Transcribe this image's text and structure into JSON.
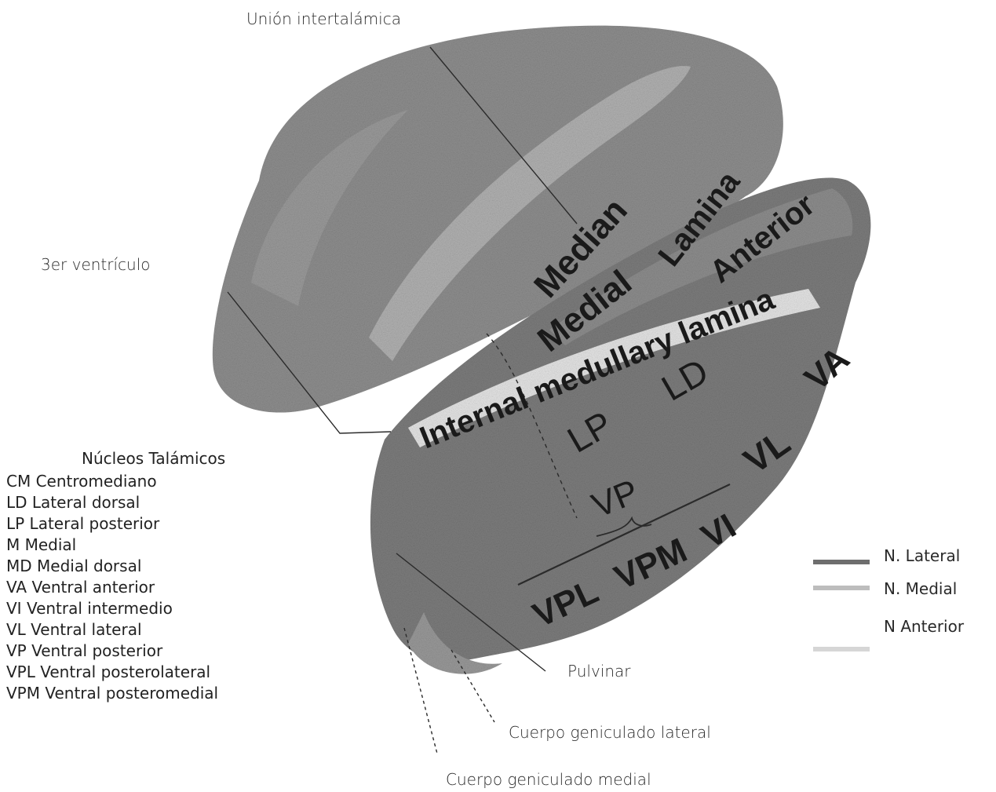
{
  "annotations": {
    "union": "Unión intertalámica",
    "ventricle": "3er ventrículo",
    "pulvinar": "Pulvinar",
    "lgn": "Cuerpo geniculado lateral",
    "mgn": "Cuerpo geniculado medial"
  },
  "regions": {
    "median": "Median",
    "lamina": "Lamina",
    "medial": "Medial",
    "anterior": "Anterior",
    "internal": "Internal medullary lamina",
    "lp": "LP",
    "ld": "LD",
    "va": "VA",
    "vl": "VL",
    "vp": "VP",
    "vi": "VI",
    "vpl": "VPL",
    "vpm": "VPM"
  },
  "nuclei_legend": {
    "title": "Núcleos Talámicos",
    "items": [
      "CM Centromediano",
      "LD Lateral dorsal",
      "LP Lateral posterior",
      "M Medial",
      "MD Medial dorsal",
      "VA Ventral anterior",
      "VI Ventral intermedio",
      "VL Ventral lateral",
      "VP Ventral posterior",
      "VPL Ventral posterolateral",
      "VPM Ventral posteromedial"
    ]
  },
  "color_key": [
    {
      "label": "N. Lateral",
      "color": "#6e6e6e"
    },
    {
      "label": "N. Medial",
      "color": "#bdbdbd"
    },
    {
      "label": "N  Anterior",
      "color": "#d6d6d6"
    }
  ]
}
